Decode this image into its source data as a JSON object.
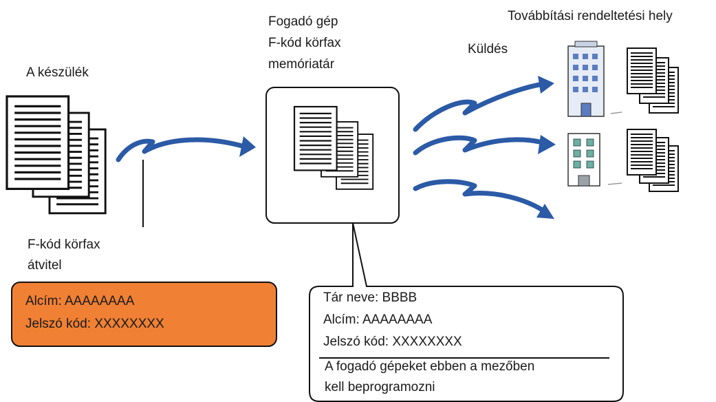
{
  "sender": {
    "label": "A készülék"
  },
  "transmission": {
    "line1": "F-kód körfax",
    "line2": "átvitel"
  },
  "receiver": {
    "line1": "Fogadó gép",
    "line2": "F-kód körfax",
    "line3": "memóriatár"
  },
  "send_label": "Küldés",
  "destination_label": "Továbbítási rendeltetési hely",
  "sender_settings": {
    "subaddress": "Alcím: AAAAAAAA",
    "password": "Jelszó kód: XXXXXXXX"
  },
  "memory_box_settings": {
    "box_name": "Tár neve: BBBB",
    "subaddress": "Alcím: AAAAAAAA",
    "password": "Jelszó kód: XXXXXXXX",
    "note_line1": "A fogadó gépeket ebben a mezőben",
    "note_line2": "kell beprogramozni"
  },
  "colors": {
    "arrow": "#2b5aa6",
    "orange_box": "#f08033",
    "building_blue": "#5b7dc0",
    "building_green": "#6bb0a0"
  }
}
